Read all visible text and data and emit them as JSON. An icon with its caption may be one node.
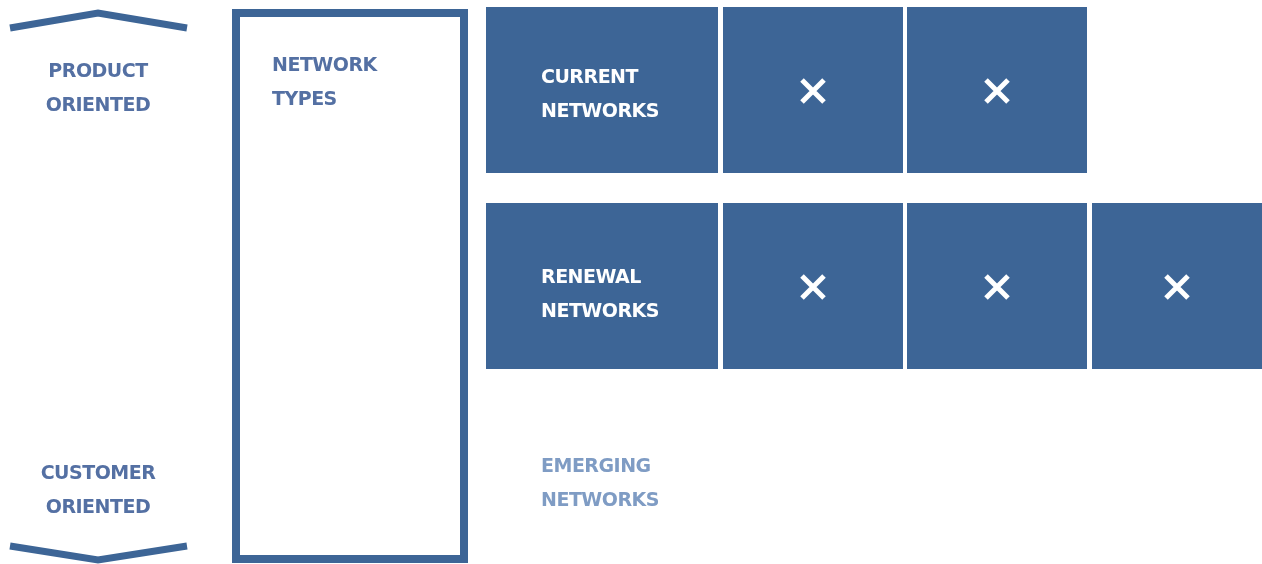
{
  "diagram": {
    "nodes": [
      {
        "text": [
          "NETWORK TYPES"
        ]
      },
      {
        "text": [
          "CURRENT NETWORKS"
        ]
      },
      {
        "text": [],
        "shape": "box"
      },
      {
        "text": [],
        "shape": "box"
      },
      {
        "text": [
          "RENEWAL NETWORKS"
        ]
      },
      {
        "text": [],
        "shape": "box"
      },
      {
        "text": [],
        "shape": "box"
      },
      {
        "text": [],
        "shape": "box"
      },
      {
        "text": [
          "EMERGING NETWORKS"
        ]
      }
    ],
    "labels": [
      "PRODUCT ORIENTED",
      "CUSTOMER ORIENTED"
    ]
  }
}
